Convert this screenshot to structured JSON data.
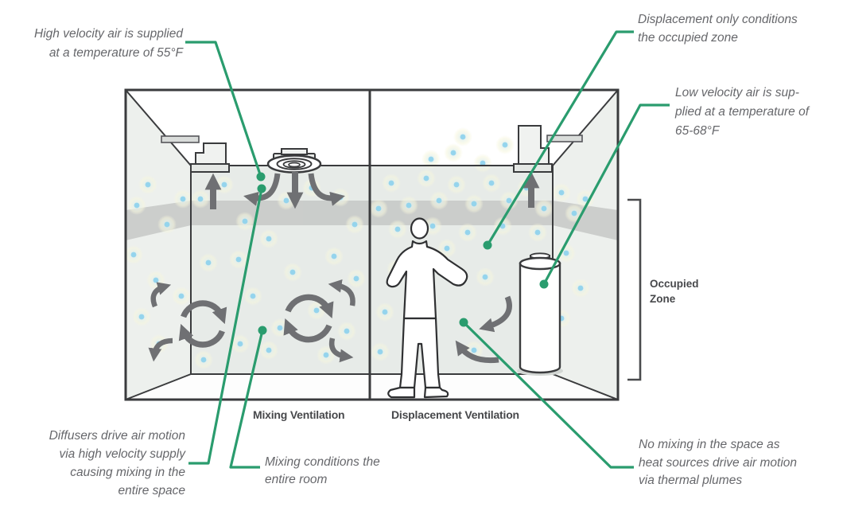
{
  "colors": {
    "leader_green": "#2a9c6e",
    "annotation_text": "#66676b",
    "label_text": "#47484b",
    "arrow_gray": "#6f7073",
    "particle_blue": "#8ed2ec",
    "stratification_band": "#c5c8c6",
    "room_outline": "#3a3b3d"
  },
  "annotations": {
    "high_velocity": {
      "lines": [
        "High velocity air is supplied",
        "at a temperature of 55°F"
      ]
    },
    "displacement_only": {
      "lines": [
        "Displacement only conditions",
        "the occupied zone"
      ]
    },
    "low_velocity": {
      "lines": [
        "Low velocity air is sup-",
        "plied at a temperature of",
        "65-68°F"
      ]
    },
    "diffusers": {
      "lines": [
        "Diffusers drive air motion",
        "via high velocity supply",
        "causing mixing in the",
        "entire space"
      ]
    },
    "mixing_conditions": {
      "lines": [
        "Mixing conditions the",
        "entire room"
      ]
    },
    "no_mixing": {
      "lines": [
        "No mixing in the space as",
        "heat sources drive air motion",
        "via thermal plumes"
      ]
    }
  },
  "labels": {
    "left_room": "Mixing Ventilation",
    "right_room": "Displacement Ventilation",
    "occupied_zone": {
      "lines": [
        "Occupied",
        "Zone"
      ]
    }
  }
}
